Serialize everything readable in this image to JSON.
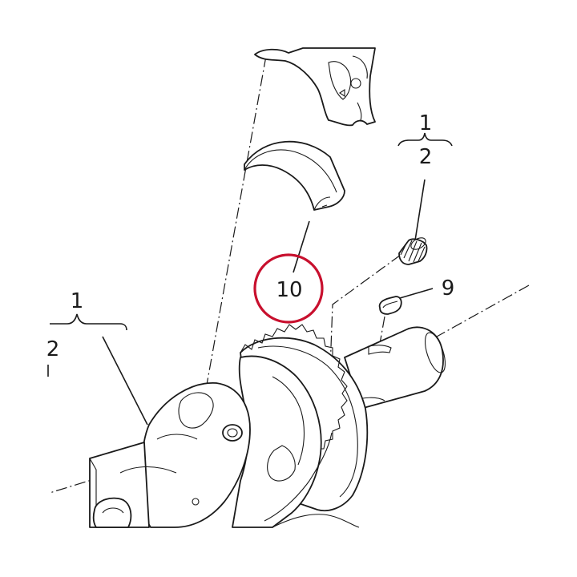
{
  "callouts": {
    "label_1_top": "1",
    "label_2_top": "2",
    "label_9": "9",
    "label_10": "10",
    "label_1_left": "1",
    "label_2_left": "2"
  },
  "highlight": {
    "color": "#c8102e"
  },
  "icons": {
    "connecting_rod": "connecting-rod-icon",
    "bearing_shell": "bearing-shell-icon",
    "plug": "plug-icon",
    "key": "key-icon",
    "crankshaft": "crankshaft-icon",
    "gear": "gear-icon"
  }
}
